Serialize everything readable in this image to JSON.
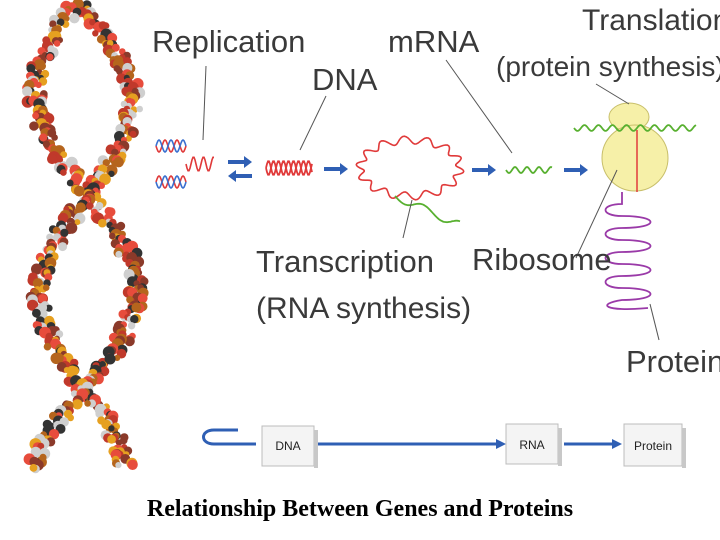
{
  "labels": {
    "replication": "Replication",
    "dna": "DNA",
    "mrna": "mRNA",
    "translation_line1": "Translation",
    "translation_line2": "(protein synthesis)",
    "transcription_line1": "Transcription",
    "transcription_line2": "(RNA synthesis)",
    "ribosome": "Ribosome",
    "protein": "Protein"
  },
  "flow": {
    "dna": "DNA",
    "rna": "RNA",
    "protein": "Protein"
  },
  "caption": "Relationship Between Genes and Proteins",
  "colors": {
    "arrow": "#2f5fb4",
    "dna_red": "#e03a3a",
    "dna_blue": "#3a70d0",
    "mrna_green": "#58b030",
    "protein_purple": "#9a3aa8",
    "ribosome_fill": "#f6f0a8",
    "label_text": "#3a3a3a"
  }
}
